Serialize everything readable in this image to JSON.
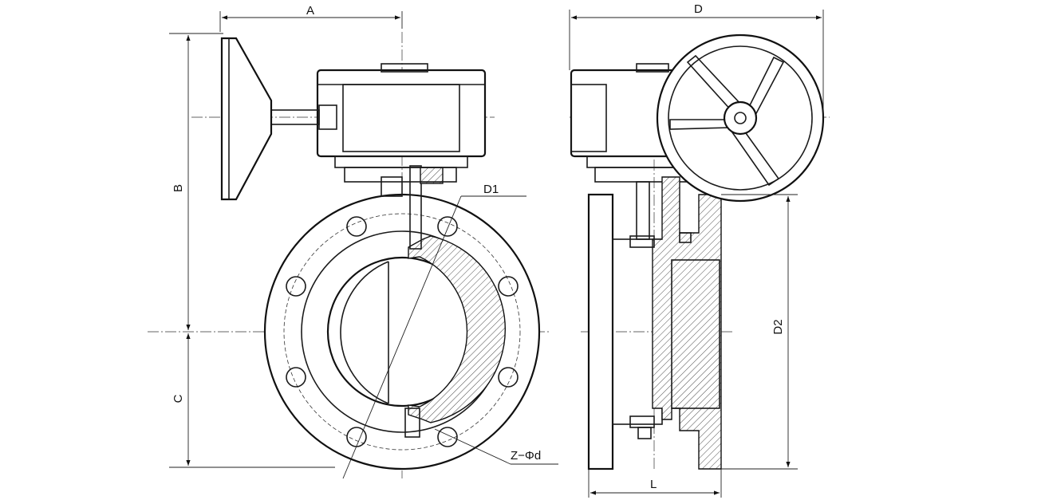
{
  "labels": {
    "a": "A",
    "b": "B",
    "c": "C",
    "d": "D",
    "d1": "D1",
    "d2": "D2",
    "l": "L",
    "z_phi_d": "Z−Φd"
  },
  "colors": {
    "line": "#1a1a1a",
    "background": "#ffffff"
  }
}
